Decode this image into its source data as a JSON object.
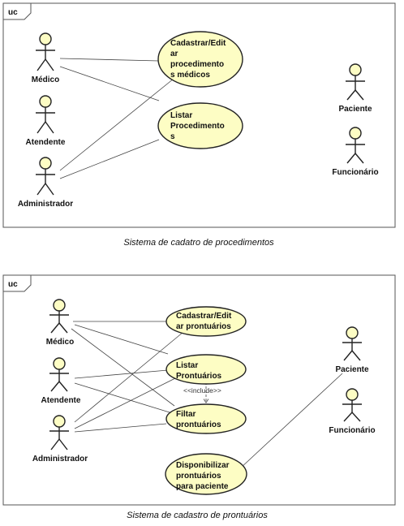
{
  "diagram1": {
    "tag": "uc",
    "caption": "Sistema de cadatro de procedimentos",
    "actors": [
      "Médico",
      "Atendente",
      "Administrador",
      "Paciente",
      "Funcionário"
    ],
    "use_cases": [
      [
        "Cadastrar/Edit",
        "ar",
        "procedimento",
        "s médicos"
      ],
      [
        "Listar",
        "Procedimento",
        "s"
      ]
    ]
  },
  "diagram2": {
    "tag": "uc",
    "caption": "Sistema de cadastro de prontuários",
    "actors": [
      "Médico",
      "Atendente",
      "Administrador",
      "Paciente",
      "Funcionário"
    ],
    "use_cases": [
      [
        "Cadastrar/Edit",
        "ar prontuários"
      ],
      [
        "Listar",
        "Prontuários"
      ],
      [
        "Filtar",
        "prontuários"
      ],
      [
        "Disponibilizar",
        "prontuários",
        "para paciente"
      ]
    ],
    "include_label": "<<include>>"
  }
}
